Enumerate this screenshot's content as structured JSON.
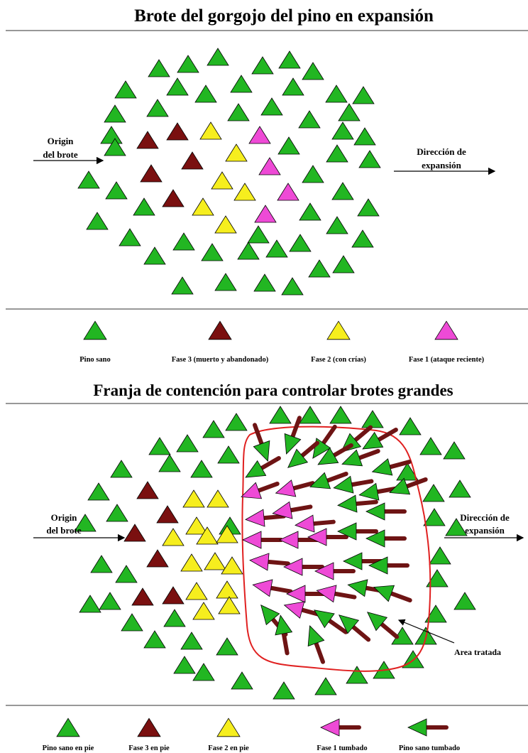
{
  "panel1": {
    "title": "Brote del gorgojo del pino en expansión",
    "origin_label": [
      "Origin",
      "del brote"
    ],
    "direction_label": [
      "Dirección de",
      "expansión"
    ],
    "legend": [
      {
        "label": "Pino sano",
        "color": "#22b622"
      },
      {
        "label": "Fase 3 (muerto y abandonado)",
        "color": "#7a1010"
      },
      {
        "label": "Fase 2 (con crías)",
        "color": "#f6ee1e"
      },
      {
        "label": "Fase 1 (ataque reciente)",
        "color": "#ee4ad6"
      }
    ]
  },
  "panel2": {
    "title": "Franja de contención para controlar brotes grandes",
    "origin_label": [
      "Origin",
      "del brote"
    ],
    "direction_label": [
      "Dirección de",
      "expansión"
    ],
    "treated_area_label": "Area tratada",
    "legend": [
      {
        "label": "Pino sano en pie",
        "color": "#22b622"
      },
      {
        "label": "Fase 3 en pie",
        "color": "#7a1010"
      },
      {
        "label": "Fase 2 en pie",
        "color": "#f6ee1e"
      },
      {
        "label": "Fase 1 tumbado",
        "color": "#ee4ad6"
      },
      {
        "label": "Pino sano tumbado",
        "color": "#22b622"
      }
    ]
  },
  "colors": {
    "green": "#22b622",
    "dark_red": "#7a1010",
    "yellow": "#f6ee1e",
    "magenta": "#ee4ad6",
    "trunk": "#6e1414",
    "boundary": "#e02020",
    "outline": "#000000"
  }
}
